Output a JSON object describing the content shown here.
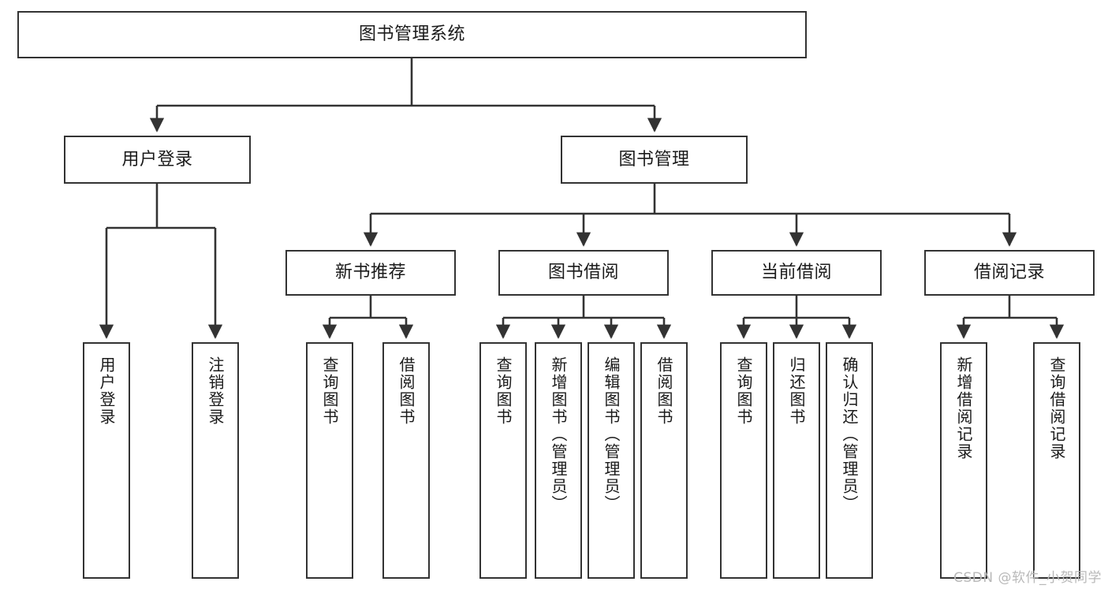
{
  "diagram": {
    "title": "图书管理系统",
    "type": "tree-hierarchy",
    "watermark": "CSDN @软件_小贺同学",
    "colors": {
      "box_border": "#333333",
      "box_fill": "#ffffff",
      "connector": "#333333",
      "text": "#1a1a1a",
      "watermark": "#b9b9b9",
      "background": "#ffffff"
    },
    "root": {
      "label": "图书管理系统"
    },
    "level2": [
      {
        "label": "用户登录"
      },
      {
        "label": "图书管理"
      }
    ],
    "level3": [
      {
        "label": "新书推荐"
      },
      {
        "label": "图书借阅"
      },
      {
        "label": "当前借阅"
      },
      {
        "label": "借阅记录"
      }
    ],
    "leaves": {
      "user_login": [
        {
          "label": "用户登录"
        },
        {
          "label": "注销登录"
        }
      ],
      "new_book_recommend": [
        {
          "label": "查询图书"
        },
        {
          "label": "借阅图书"
        }
      ],
      "book_borrow": [
        {
          "label": "查询图书"
        },
        {
          "label": "新增图书（管理员）"
        },
        {
          "label": "编辑图书（管理员）"
        },
        {
          "label": "借阅图书"
        }
      ],
      "current_borrow": [
        {
          "label": "查询图书"
        },
        {
          "label": "归还图书"
        },
        {
          "label": "确认归还（管理员）"
        }
      ],
      "borrow_record": [
        {
          "label": "新增借阅记录"
        },
        {
          "label": "查询借阅记录"
        }
      ]
    }
  }
}
